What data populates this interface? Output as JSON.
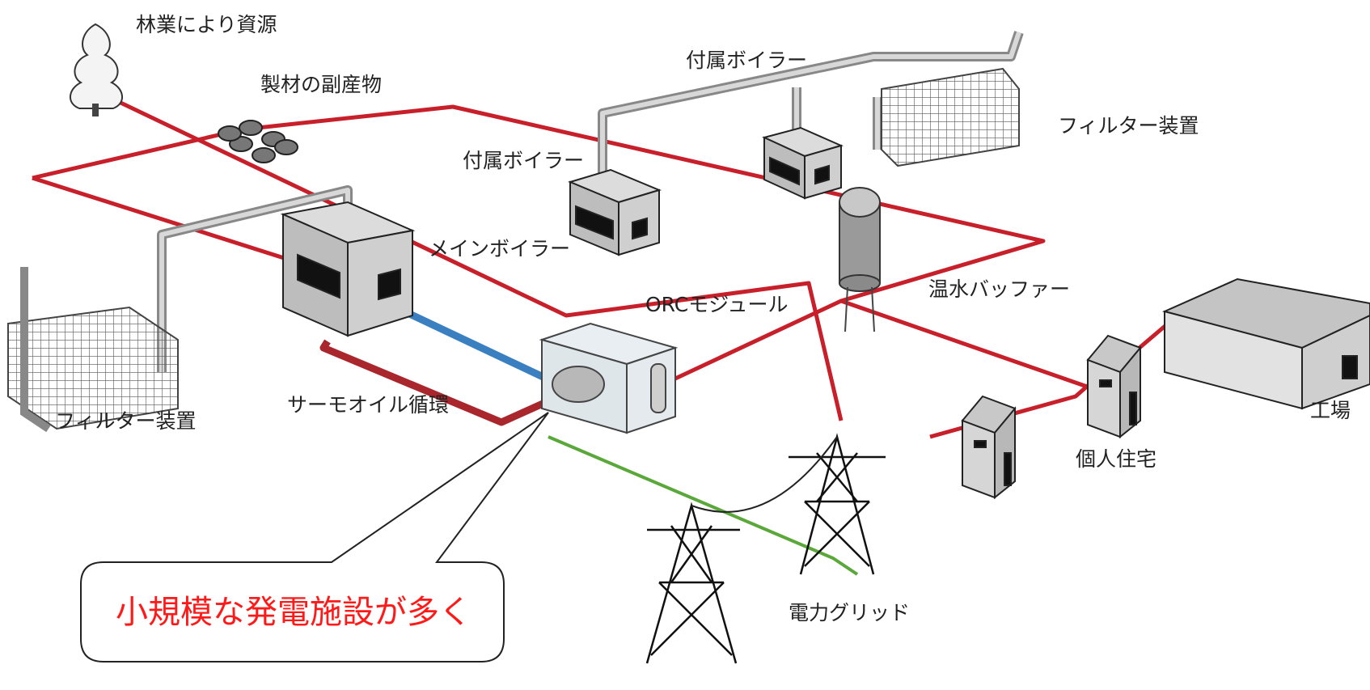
{
  "labels": {
    "forest": "林業により資源",
    "sawmill": "製材の副産物",
    "aux_boiler_top": "付属ボイラー",
    "aux_boiler_mid": "付属ボイラー",
    "filter_right": "フィルター装置",
    "main_boiler": "メインボイラー",
    "orc_module": "ORCモジュール",
    "hot_water_buffer": "温水バッファー",
    "filter_left": "フィルター装置",
    "thermo_oil": "サーモオイル循環",
    "houses": "個人住宅",
    "factory": "工場",
    "grid": "電力グリッド"
  },
  "callout": {
    "text": "小規模な発電施設が多く"
  },
  "colors": {
    "heat_line": "#c8202a",
    "thermo_oil_hot": "#a8262c",
    "thermo_oil_cold": "#3a7fc0",
    "power_line": "#5aa83a",
    "callout_text": "#ff1a1a"
  }
}
